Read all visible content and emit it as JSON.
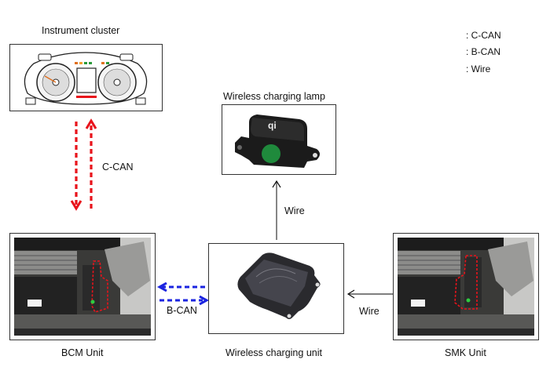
{
  "title": "Wireless charging system schematic",
  "legend": {
    "items": [
      {
        "key": "c-can",
        "label": ": C-CAN",
        "color": "#e8131b",
        "style": "dashed"
      },
      {
        "key": "b-can",
        "label": ": B-CAN",
        "color": "#1b24e0",
        "style": "dashed"
      },
      {
        "key": "wire",
        "label": ": Wire",
        "color": "#111111",
        "style": "solid"
      }
    ]
  },
  "components": {
    "instrument_cluster": {
      "label": "Instrument cluster"
    },
    "wireless_charging_lamp": {
      "label": "Wireless charging lamp"
    },
    "bcm_unit": {
      "label": "BCM Unit"
    },
    "wireless_charging_unit": {
      "label": "Wireless charging unit"
    },
    "smk_unit": {
      "label": "SMK Unit"
    }
  },
  "connections": {
    "cluster_bcm": {
      "label": "C-CAN",
      "type": "c-can",
      "direction": "bidirectional"
    },
    "bcm_wcu": {
      "label": "B-CAN",
      "type": "b-can",
      "direction": "bidirectional"
    },
    "wcu_lamp": {
      "label": "Wire",
      "type": "wire",
      "direction": "to lamp"
    },
    "smk_wcu": {
      "label": "Wire",
      "type": "wire",
      "direction": "to wireless charging unit"
    }
  },
  "colors": {
    "c_can": "#e8131b",
    "b_can": "#1b24e0",
    "wire": "#111111",
    "lamp_green": "#1f8a3c"
  }
}
